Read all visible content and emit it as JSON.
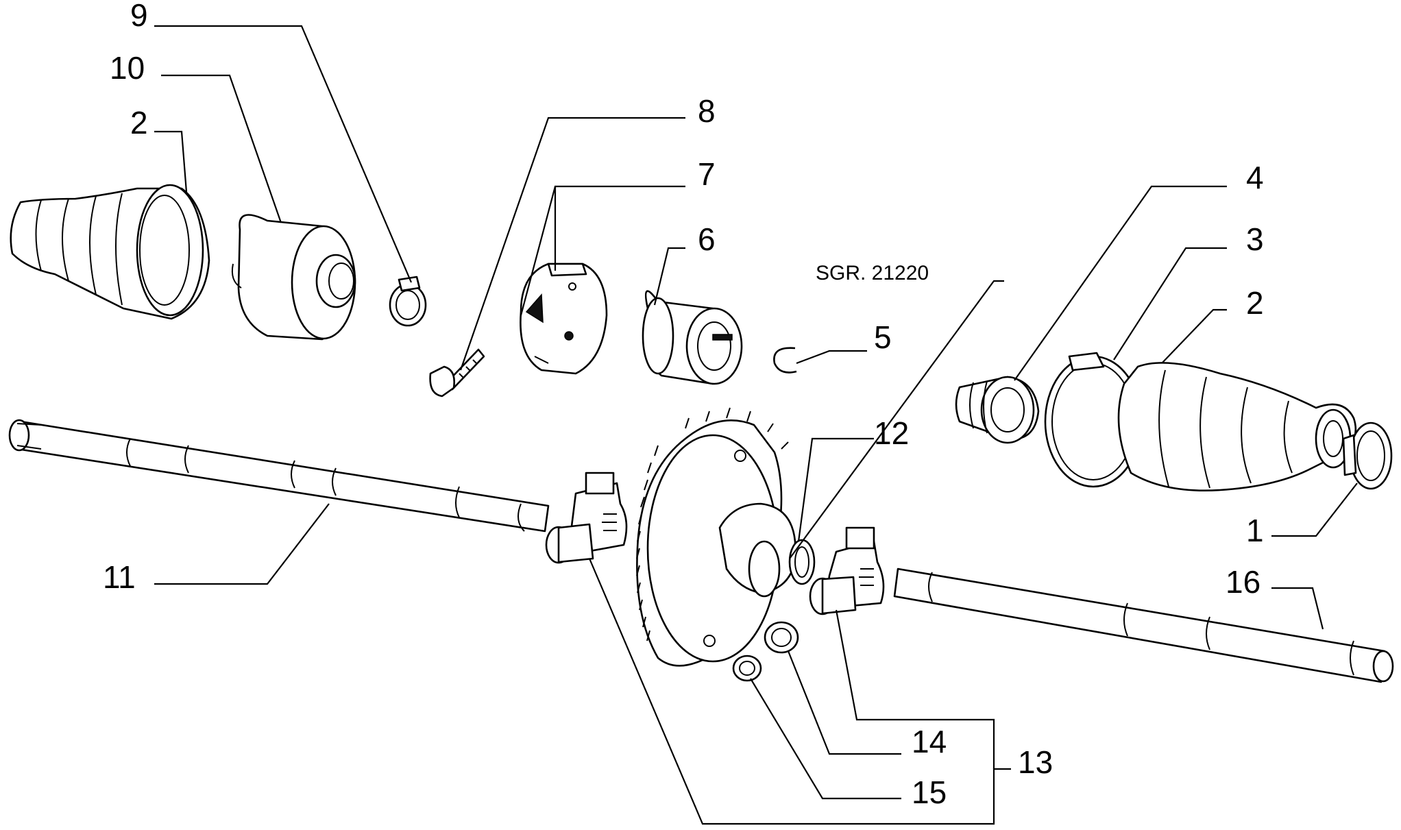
{
  "diagram": {
    "reference": "SGR. 21220",
    "callouts": [
      "1",
      "2",
      "2",
      "3",
      "4",
      "5",
      "6",
      "7",
      "8",
      "9",
      "10",
      "11",
      "12",
      "13",
      "14",
      "15",
      "16"
    ]
  },
  "colors": {
    "ink": "#000000",
    "paper": "#ffffff"
  }
}
